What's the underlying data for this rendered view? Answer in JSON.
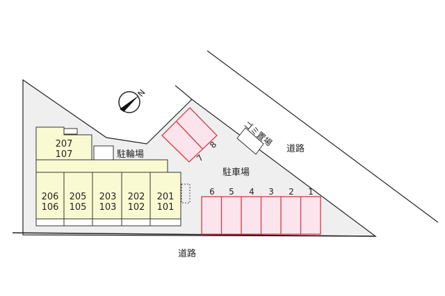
{
  "units": [
    {
      "upper": "207",
      "lower": "107"
    },
    {
      "upper": "206",
      "lower": "106"
    },
    {
      "upper": "205",
      "lower": "105"
    },
    {
      "upper": "203",
      "lower": "103"
    },
    {
      "upper": "202",
      "lower": "102"
    },
    {
      "upper": "201",
      "lower": "101"
    }
  ],
  "labels": {
    "bicycle_parking": "駐輪場",
    "parking": "駐車場",
    "garbage": "ゴミ置場",
    "road_right": "道路",
    "road_bottom": "道路",
    "compass": "N"
  },
  "parking_slots": [
    "1",
    "2",
    "3",
    "4",
    "5",
    "6",
    "7",
    "8"
  ],
  "colors": {
    "building": "#fafad2",
    "parking": "#fce4ec",
    "parking_border": "#d9364a",
    "lot": "#efefef"
  }
}
